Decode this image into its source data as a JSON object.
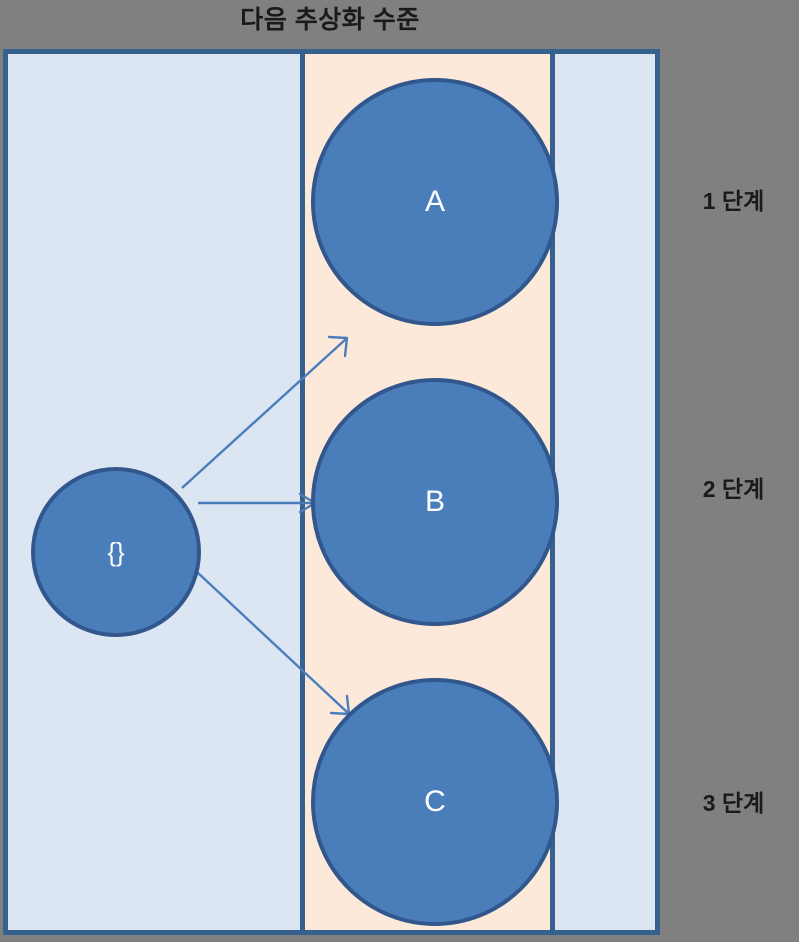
{
  "title": "다음 추상화 수준",
  "colors": {
    "background": "#808080",
    "frame_border": "#36618E",
    "column_left": "#DCE5F2",
    "column_middle": "#FCE9DA",
    "column_right": "#DCE5F2",
    "node_fill": "#4A7EBB",
    "node_border": "#31578C",
    "node_text": "#FFFFFF",
    "arrow": "#4A7EBB",
    "label_text": "#1A1A1A"
  },
  "diagram": {
    "type": "node-link",
    "root": {
      "id": "root",
      "label": "{}",
      "column": "left"
    },
    "nodes": [
      {
        "id": "a",
        "label": "A",
        "column": "middle",
        "stage": "1 단계"
      },
      {
        "id": "b",
        "label": "B",
        "column": "middle",
        "stage": "2 단계"
      },
      {
        "id": "c",
        "label": "C",
        "column": "middle",
        "stage": "3 단계"
      }
    ],
    "edges": [
      {
        "from": "root",
        "to": "a",
        "direction": "up-right",
        "arrowhead": "open"
      },
      {
        "from": "root",
        "to": "b",
        "direction": "right",
        "arrowhead": "open"
      },
      {
        "from": "root",
        "to": "c",
        "direction": "down-right",
        "arrowhead": "open"
      }
    ]
  },
  "stage_labels": [
    {
      "text": "1 단계"
    },
    {
      "text": "2 단계"
    },
    {
      "text": "3 단계"
    }
  ]
}
